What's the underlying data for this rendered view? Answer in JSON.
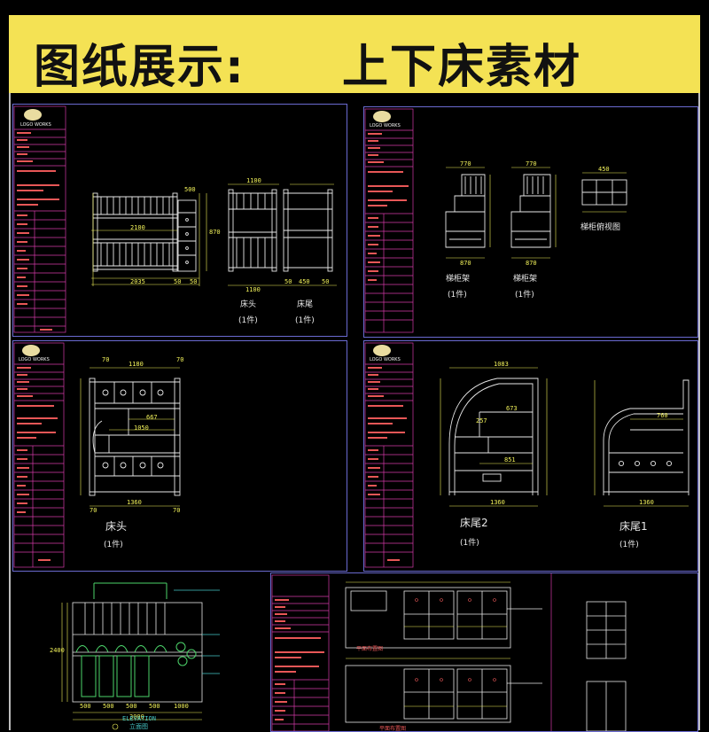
{
  "banner": {
    "left_text": "图纸展示:",
    "right_text": "上下床素材",
    "color": "#f4e254"
  },
  "panels": {
    "p1": {
      "brand": "LOGO WORKS",
      "dims": [
        "500",
        "2100",
        "2035",
        "50",
        "50",
        "1100",
        "870",
        "1100",
        "50",
        "450",
        "50"
      ],
      "labels": [
        "床头",
        "(1件)",
        "床尾",
        "(1件)"
      ]
    },
    "p2": {
      "brand": "LOGO WORKS",
      "dims": [
        "770",
        "770",
        "870",
        "870",
        "450"
      ],
      "labels": [
        "梯柜架",
        "(1件)",
        "梯柜架",
        "(1件)",
        "梯柜俯视图"
      ]
    },
    "p3": {
      "brand": "LOGO WORKS",
      "dims": [
        "70",
        "1180",
        "70",
        "667",
        "1050",
        "1360",
        "70",
        "70"
      ],
      "labels": [
        "床头",
        "(1件)"
      ]
    },
    "p4": {
      "brand": "LOGO WORKS",
      "dims": [
        "1083",
        "673",
        "257",
        "851",
        "1360",
        "760",
        "1360"
      ],
      "labels": [
        "床尾2",
        "(1件)",
        "床尾1",
        "(1件)"
      ]
    },
    "p5": {
      "dims": [
        "500",
        "500",
        "500",
        "500",
        "1000",
        "3000",
        "2400"
      ],
      "labels": [
        "ELEVATION",
        "立面图"
      ]
    },
    "p6": {
      "labels": [
        "平面布置图",
        "平面布置图"
      ]
    }
  },
  "colors": {
    "frame": "#6a6ad0",
    "drawing": "#e8e8e8",
    "dimension": "#f2f25a",
    "title_block_line": "#d43aa8",
    "title_block_text": "#e85757",
    "green": "#4cd46a",
    "cyan": "#46c8c8"
  }
}
